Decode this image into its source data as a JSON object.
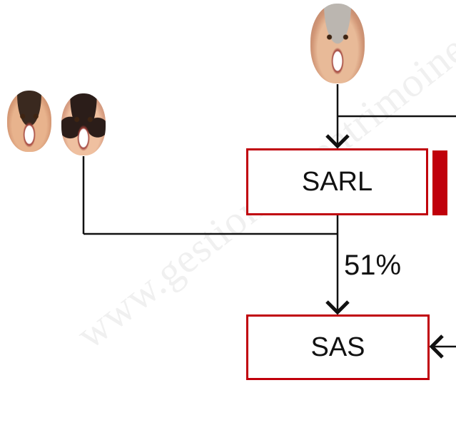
{
  "watermark": {
    "text": "www.gestion-de-patrimoine"
  },
  "entities": {
    "sarl": {
      "label": "SARL"
    },
    "sas": {
      "label": "SAS"
    }
  },
  "ownership": {
    "sarl_to_sas": "51%"
  },
  "colors": {
    "accent": "#c0000b",
    "line": "#111111",
    "background": "#ffffff"
  },
  "icons": {
    "left_person_1": "person-face-icon",
    "left_person_2": "person-face-icon",
    "top_person": "person-face-icon",
    "arrows": "arrow-icon"
  }
}
